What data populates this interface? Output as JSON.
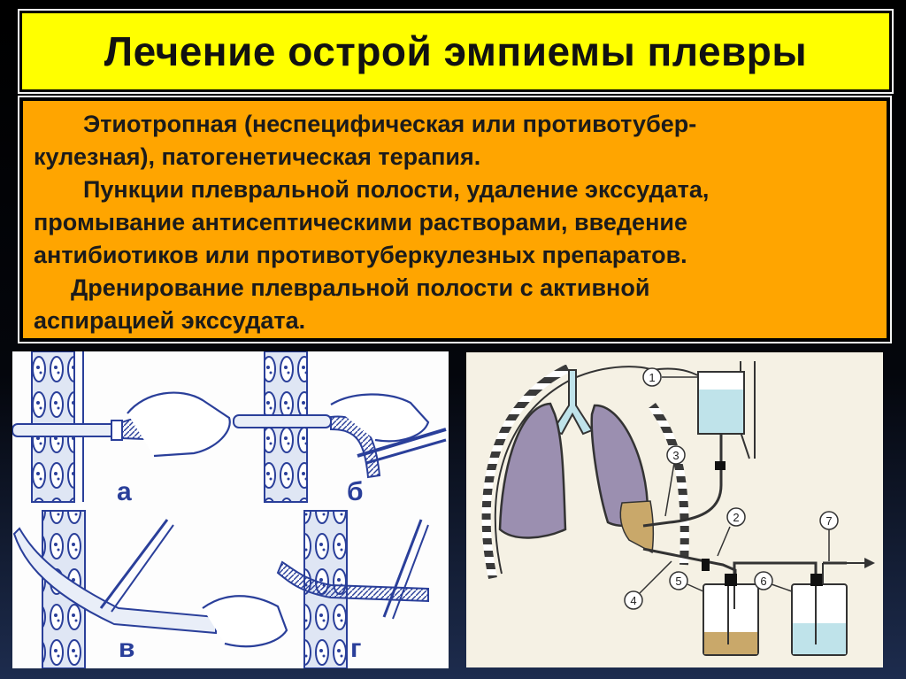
{
  "slide": {
    "title": "Лечение острой эмпиемы плевры",
    "paragraphs": [
      [
        "Этиотропная (неспецифическая или противотубер-",
        "кулезная), патогенетическая терапия."
      ],
      [
        "Пункции плевральной полости, удаление экссудата,",
        "промывание антисептическими растворами, введение",
        "антибиотиков или противотуберкулезных препаратов."
      ],
      [
        "Дренирование плевральной полости с активной",
        "аспирацией экссудата."
      ]
    ]
  },
  "left_figure": {
    "panel_labels": [
      "а",
      "б",
      "в",
      "г"
    ]
  },
  "right_figure": {
    "callouts": [
      "1",
      "2",
      "3",
      "4",
      "5",
      "6",
      "7"
    ]
  },
  "colors": {
    "title_bg": "#ffff00",
    "text_bg": "#ffa500",
    "line_art": "#2a3f9a",
    "lung": "#9b8fb0",
    "exudate": "#c9a86a",
    "fluid_blue": "#bfe3ea"
  }
}
